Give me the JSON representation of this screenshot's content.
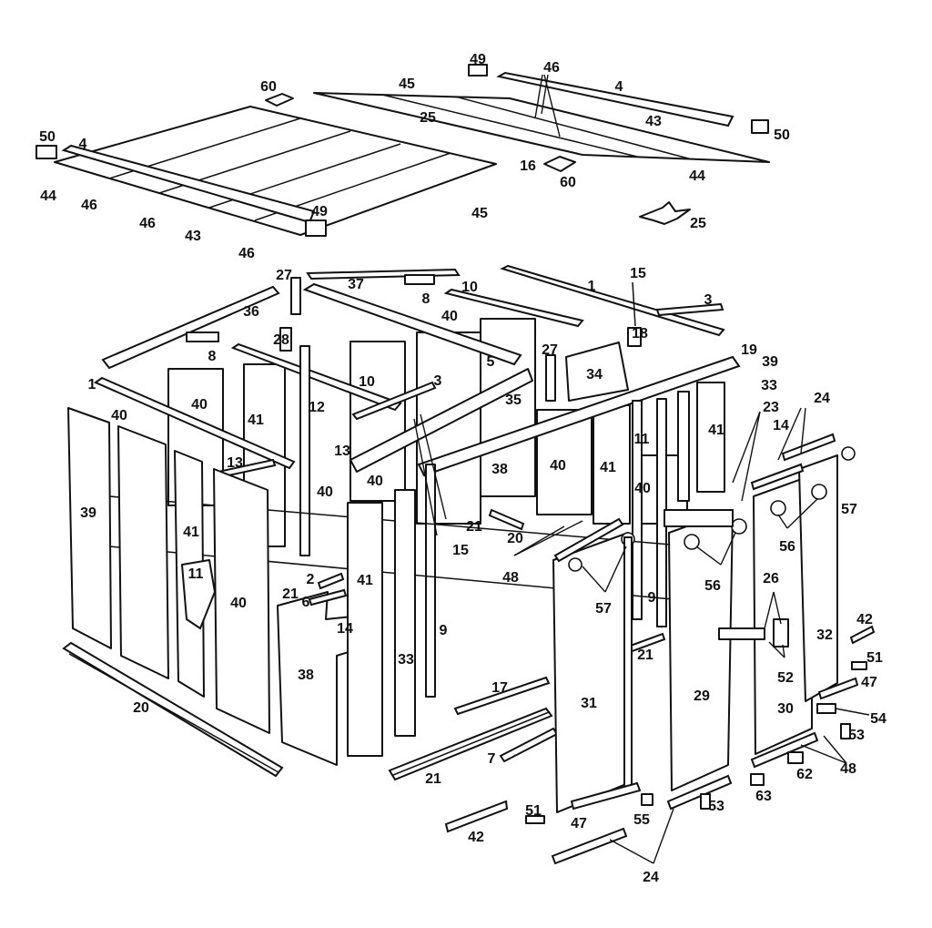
{
  "callouts": [
    {
      "id": "c49a",
      "text": "49"
    },
    {
      "id": "c46a",
      "text": "46"
    },
    {
      "id": "c60a",
      "text": "60"
    },
    {
      "id": "c45a",
      "text": "45"
    },
    {
      "id": "c4a",
      "text": "4"
    },
    {
      "id": "c50a",
      "text": "50"
    },
    {
      "id": "c4b",
      "text": "4"
    },
    {
      "id": "c25a",
      "text": "25"
    },
    {
      "id": "c43a",
      "text": "43"
    },
    {
      "id": "c50b",
      "text": "50"
    },
    {
      "id": "c16",
      "text": "16"
    },
    {
      "id": "c60b",
      "text": "60"
    },
    {
      "id": "c44a",
      "text": "44"
    },
    {
      "id": "c44b",
      "text": "44"
    },
    {
      "id": "c46b",
      "text": "46"
    },
    {
      "id": "c46c",
      "text": "46"
    },
    {
      "id": "c43b",
      "text": "43"
    },
    {
      "id": "c46d",
      "text": "46"
    },
    {
      "id": "c49b",
      "text": "49"
    },
    {
      "id": "c45b",
      "text": "45"
    },
    {
      "id": "c25b",
      "text": "25"
    },
    {
      "id": "c15a",
      "text": "15"
    },
    {
      "id": "c27a",
      "text": "27"
    },
    {
      "id": "c37",
      "text": "37"
    },
    {
      "id": "c1a",
      "text": "1"
    },
    {
      "id": "c10a",
      "text": "10"
    },
    {
      "id": "c8a",
      "text": "8"
    },
    {
      "id": "c3a",
      "text": "3"
    },
    {
      "id": "c36",
      "text": "36"
    },
    {
      "id": "c40a",
      "text": "40"
    },
    {
      "id": "c18",
      "text": "18"
    },
    {
      "id": "c28",
      "text": "28"
    },
    {
      "id": "c8b",
      "text": "8"
    },
    {
      "id": "c5",
      "text": "5"
    },
    {
      "id": "c27b",
      "text": "27"
    },
    {
      "id": "c19",
      "text": "19"
    },
    {
      "id": "c39a",
      "text": "39"
    },
    {
      "id": "c34",
      "text": "34"
    },
    {
      "id": "c10b",
      "text": "10"
    },
    {
      "id": "c33a",
      "text": "33"
    },
    {
      "id": "c3b",
      "text": "3"
    },
    {
      "id": "c1b",
      "text": "1"
    },
    {
      "id": "c35",
      "text": "35"
    },
    {
      "id": "c40b",
      "text": "40"
    },
    {
      "id": "c12",
      "text": "12"
    },
    {
      "id": "c23",
      "text": "23"
    },
    {
      "id": "c24a",
      "text": "24"
    },
    {
      "id": "c40c",
      "text": "40"
    },
    {
      "id": "c41a",
      "text": "41"
    },
    {
      "id": "c41b",
      "text": "41"
    },
    {
      "id": "c14a",
      "text": "14"
    },
    {
      "id": "c13a",
      "text": "13"
    },
    {
      "id": "c11a",
      "text": "11"
    },
    {
      "id": "c13b",
      "text": "13"
    },
    {
      "id": "c38a",
      "text": "38"
    },
    {
      "id": "c40d",
      "text": "40"
    },
    {
      "id": "c41c",
      "text": "41"
    },
    {
      "id": "c40e",
      "text": "40"
    },
    {
      "id": "c40f",
      "text": "40"
    },
    {
      "id": "c57a",
      "text": "57"
    },
    {
      "id": "c39b",
      "text": "39"
    },
    {
      "id": "c40g",
      "text": "40"
    },
    {
      "id": "c41d",
      "text": "41"
    },
    {
      "id": "c21a",
      "text": "21"
    },
    {
      "id": "c15b",
      "text": "15"
    },
    {
      "id": "c20a",
      "text": "20"
    },
    {
      "id": "c56a",
      "text": "56"
    },
    {
      "id": "c48a",
      "text": "48"
    },
    {
      "id": "c11b",
      "text": "11"
    },
    {
      "id": "c2",
      "text": "2"
    },
    {
      "id": "c41e",
      "text": "41"
    },
    {
      "id": "c57b",
      "text": "57"
    },
    {
      "id": "c56b",
      "text": "56"
    },
    {
      "id": "c26",
      "text": "26"
    },
    {
      "id": "c40h",
      "text": "40"
    },
    {
      "id": "c21b",
      "text": "21"
    },
    {
      "id": "c6",
      "text": "6"
    },
    {
      "id": "c9a",
      "text": "9"
    },
    {
      "id": "c14b",
      "text": "14"
    },
    {
      "id": "c9b",
      "text": "9"
    },
    {
      "id": "c42a",
      "text": "42"
    },
    {
      "id": "c32",
      "text": "32"
    },
    {
      "id": "c38b",
      "text": "38"
    },
    {
      "id": "c33b",
      "text": "33"
    },
    {
      "id": "c21c",
      "text": "21"
    },
    {
      "id": "c51a",
      "text": "51"
    },
    {
      "id": "c52",
      "text": "52"
    },
    {
      "id": "c47a",
      "text": "47"
    },
    {
      "id": "c17",
      "text": "17"
    },
    {
      "id": "c31",
      "text": "31"
    },
    {
      "id": "c29",
      "text": "29"
    },
    {
      "id": "c30",
      "text": "30"
    },
    {
      "id": "c54",
      "text": "54"
    },
    {
      "id": "c20b",
      "text": "20"
    },
    {
      "id": "c53a",
      "text": "53"
    },
    {
      "id": "c7",
      "text": "7"
    },
    {
      "id": "c62",
      "text": "62"
    },
    {
      "id": "c48b",
      "text": "48"
    },
    {
      "id": "c21d",
      "text": "21"
    },
    {
      "id": "c63",
      "text": "63"
    },
    {
      "id": "c51b",
      "text": "51"
    },
    {
      "id": "c55",
      "text": "55"
    },
    {
      "id": "c53b",
      "text": "53"
    },
    {
      "id": "c42b",
      "text": "42"
    },
    {
      "id": "c47b",
      "text": "47"
    },
    {
      "id": "c24b",
      "text": "24"
    }
  ]
}
